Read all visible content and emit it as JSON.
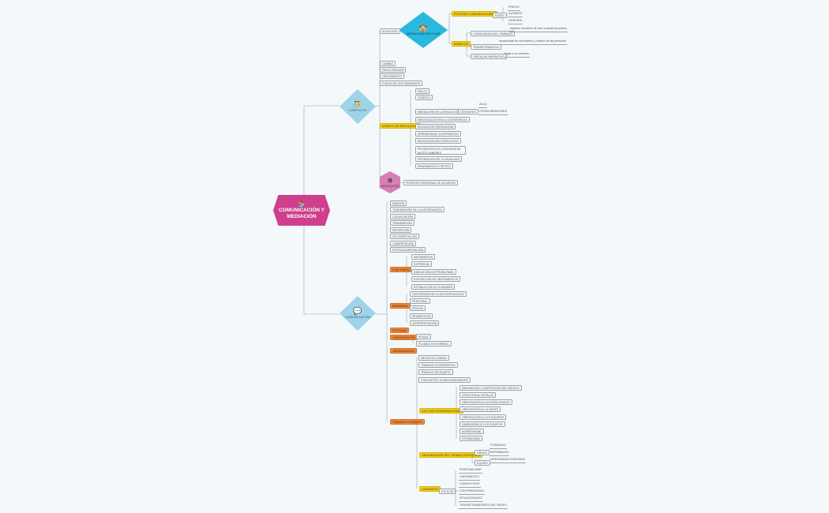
{
  "central": {
    "icon": "books-icon",
    "title": "COMUNICACIÓN  Y\nMEDIACIÓN"
  },
  "hubs": {
    "conflicto": {
      "label": "CONFLICTO",
      "icon": "conflict-icon"
    },
    "comunicacion": {
      "label": "COMUNICACIÓN",
      "icon": "chat-icon"
    },
    "mediacion_escolar": {
      "label": "MEDIACIÓN ESCOLAR",
      "icon": "school-icon"
    },
    "negociacion": {
      "label": "NEGOCIACIÓN",
      "icon": "gears-icon"
    }
  },
  "colors": {
    "central": "#cf3f8d",
    "diamond": "#9fd3e6",
    "diamond_bright": "#2ab8de",
    "hex_pink": "#d57fb6",
    "yellow": "#f2cf1d",
    "orange": "#ee8a3c",
    "line": "#9aa3aa"
  },
  "labels": {
    "situacion": "SITUACIÓN",
    "proceso_com": "PROCESO COMUNICACIONAL",
    "fases": "FASES",
    "previo": "PREVIO",
    "durante": "DURANTE",
    "despues": "DESPUÉS",
    "modelos": "MODELOS",
    "convivencia": "CONVIVENCIA DEL TRABAJO",
    "convivencia_desc": "objetivo: beneficio de todo a través las partes",
    "transformativo": "TRANSFORMATIVO",
    "transformativo_desc": "oportunidad de crecimiento y cambio de las personas",
    "circular": "CIRCULAR NARRATIVO",
    "circular_desc": "llegar a un acuerdo",
    "cambio": "CAMBIO",
    "participacion": "PARTICIPACIÓN",
    "crecimiento": "CRECIMIENTO",
    "fuego": "FUEGO DE DOS DEMONIOS",
    "modelo_res": "MODELO DE RESOLUCIÓN",
    "r1": "RELOJ",
    "r2": "TEÓRICO",
    "r3": "MEDIACIÓN DE LA EDUCACIÓN",
    "r3a": "DOCENTES",
    "r3a1": "AULA",
    "r3a2": "OTRAS MEDIDORES",
    "r4": "NEGOCIACIÓN EN LA CONVIVENCIA",
    "r5": "EDUCACIÓN PERSUASIVA",
    "r6": "APRENDIZAJE COOPERATIVO",
    "r7": "EDUCACIÓN EN CONFLICTOS",
    "r8": "PROMOCIÓN DE CONVIVENCIA ANTES SABERES",
    "r9": "PROMOCIÓN DE LA IGUALDAD",
    "r10": "PENSAMIENTO CRÍTICO",
    "neg1": "PROCESO PERSONAL DE ACUERDO",
    "c1": "EMISIÓN",
    "c2": "TRANSMISIÓN DE LA INFORMACIÓN",
    "c3": "CODIFICACIÓN",
    "c4": "TRANSMISIÓN",
    "c5": "RECEPCIÓN",
    "c6": "DECODIFICACIÓN",
    "c7": "COMPRENSIÓN",
    "c8": "RETROALIMENTACIÓN",
    "funciones": "FUNCIONES",
    "f1": "INFORMATIVA",
    "f2": "EXPRESIVA",
    "f3": "INDICACIÓN DE PROBLEMAS",
    "f4": "EXPOSICIÓN DE SENTIMIENTOS",
    "f5": "ESTÍMULO DE ACTIVIDADES",
    "barreras": "BARRERAS",
    "b1": "DISTORSIÓN DE LA DECODIFICACIÓN",
    "b2": "PERSONAL",
    "b3": "FÍSICAS",
    "b4": "SEMÁNTICAS",
    "b5": "INTERPRETACIÓN",
    "sistemas": "SISTEMAS",
    "comunicacion": "COMUNICACIÓN",
    "cm1": "EFICAZ",
    "cm2": "FLUIDEZ DE ESPAÑOL",
    "organizacion": "ORGANIZACIÓN",
    "trabajo": "TRABAJO EN EQUIPO",
    "t1": "METAS EN COMÚN",
    "t2": "TRABAJO COOPERATIVO",
    "t3": "TRABAJO EN EQUIPO",
    "t4": "CONCEPTOS COMPLEMENTARIOS",
    "cultura": "CULTURA ORGANIZACIONAL",
    "cu1": "INNOVACIÓN Y ACEPTACIÓN DEL RIESGO",
    "cu2": "ATENCIÓN AL DETALLE",
    "cu3": "ORIENTACIÓN A LOS RESULTADOS",
    "cu4": "ORIENTACIÓN A LA GENTE",
    "cu5": "ORIENTACIÓN A LOS EQUIPOS",
    "cu6": "DIMENSIÓN DE LOS EQUIPOS",
    "cu7": "AGRESIVIDAD",
    "cu8": "ESTABILIDAD",
    "org_trabajo": "ORGANIZACIÓN DEL TRABAJO EN EQUIPO",
    "grupo": "GRUPO",
    "g1": "FORMALES",
    "g2": "INFORMALES",
    "equipo": "EQUIPO",
    "e1": "INTEGRIDAD/CONFIANZA",
    "liderazgo": "LIDERAZGO",
    "estilos": "ESTILOS",
    "l1": "PERSONALIZAR",
    "l2": "CARISMÁTICO",
    "l3": "CONSULTIVOS",
    "l4": "CON PREGUNTAS",
    "l5": "SITUACIONALES",
    "l6": "TRANSFORMADORES DEL GRUPO"
  }
}
